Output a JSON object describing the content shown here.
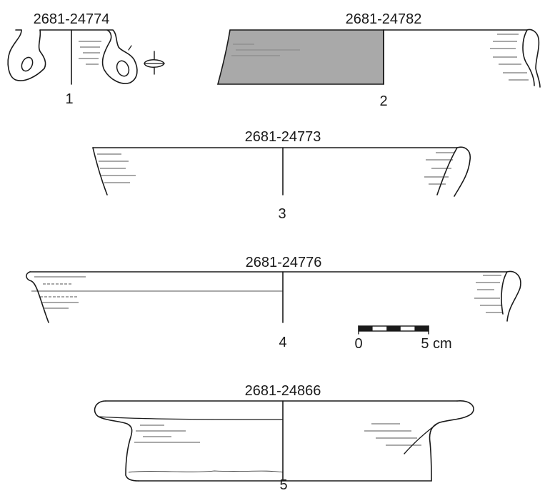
{
  "figure": {
    "sherds": [
      {
        "id": "sherd-1",
        "code": "2681-24774",
        "number": "1"
      },
      {
        "id": "sherd-2",
        "code": "2681-24782",
        "number": "2"
      },
      {
        "id": "sherd-3",
        "code": "2681-24773",
        "number": "3"
      },
      {
        "id": "sherd-4",
        "code": "2681-24776",
        "number": "4"
      },
      {
        "id": "sherd-5",
        "code": "2681-24866",
        "number": "5"
      }
    ],
    "scale_bar": {
      "start_label": "0",
      "end_label": "5 cm"
    },
    "colors": {
      "ink": "#1a1a1a",
      "slip_fill": "#a9a9a9",
      "background": "#ffffff"
    }
  }
}
